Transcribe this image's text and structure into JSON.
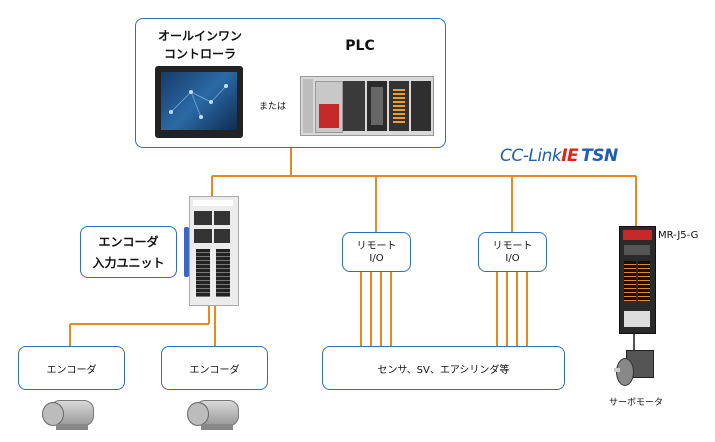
{
  "controller": {
    "all_in_one_line1": "オールインワン",
    "all_in_one_line2": "コントローラ",
    "or_text": "または",
    "plc_label": "PLC"
  },
  "network_logo": {
    "cc_link": "CC-Link",
    "ie": "IE",
    "tsn": "TSN"
  },
  "encoder_unit": {
    "line1": "エンコーダ",
    "line2": "入力ユニット"
  },
  "remote_io": [
    {
      "line1": "リモート",
      "line2": "I/O"
    },
    {
      "line1": "リモート",
      "line2": "I/O"
    }
  ],
  "servo_amp_label": "MR-J5-G",
  "encoders": [
    "エンコーダ",
    "エンコーダ"
  ],
  "devices_label": "センサ、SV、エアシリンダ等",
  "servo_motor_label": "サーボモータ",
  "colors": {
    "box_border": "#2f6fb3",
    "wire": "#e8891e",
    "logo_blue": "#1f5fae",
    "logo_red": "#e2231a"
  }
}
